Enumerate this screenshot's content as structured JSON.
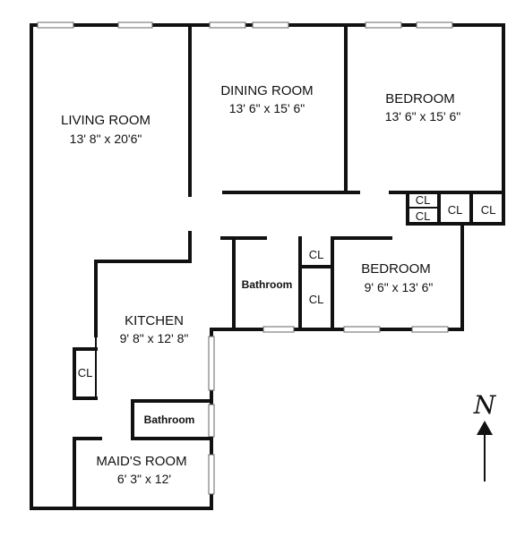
{
  "rooms": {
    "living_room": {
      "name": "LIVING ROOM",
      "dims": "13' 8\" x 20'6\""
    },
    "dining_room": {
      "name": "DINING ROOM",
      "dims": "13' 6\" x 15' 6\""
    },
    "bedroom_1": {
      "name": "BEDROOM",
      "dims": "13' 6\" x 15' 6\""
    },
    "bedroom_2": {
      "name": "BEDROOM",
      "dims": "9' 6\" x 13' 6\""
    },
    "kitchen": {
      "name": "KITCHEN",
      "dims": "9' 8\" x 12' 8\""
    },
    "maids_room": {
      "name": "MAID'S ROOM",
      "dims": "6' 3\" x 12'"
    },
    "bathroom_1": {
      "name": "Bathroom"
    },
    "bathroom_2": {
      "name": "Bathroom"
    }
  },
  "closets": {
    "label": "CL"
  },
  "compass": {
    "north_label": "N"
  }
}
